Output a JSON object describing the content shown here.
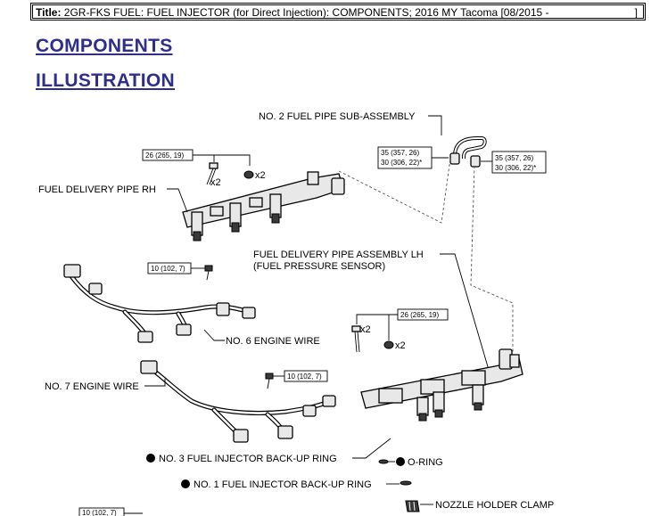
{
  "header": {
    "title_label": "Title:",
    "title_text": "2GR-FKS FUEL: FUEL INJECTOR (for Direct Injection): COMPONENTS; 2016 MY Tacoma [08/2015 -",
    "title_end": "]"
  },
  "sections": {
    "components": "COMPONENTS",
    "illustration": "ILLUSTRATION"
  },
  "diagram": {
    "labels": {
      "no2_fuel_pipe": "NO. 2 FUEL PIPE SUB-ASSEMBLY",
      "fuel_delivery_rh": "FUEL DELIVERY PIPE RH",
      "fuel_delivery_lh_1": "FUEL DELIVERY PIPE ASSEMBLY LH",
      "fuel_delivery_lh_2": "(FUEL PRESSURE SENSOR)",
      "no6_engine_wire": "NO. 6 ENGINE WIRE",
      "no7_engine_wire": "NO. 7 ENGINE WIRE",
      "no3_backup_ring": "NO. 3 FUEL INJECTOR BACK-UP RING",
      "o_ring": "O-RING",
      "no1_backup_ring": "NO. 1 FUEL INJECTOR BACK-UP RING",
      "nozzle_clamp": "NOZZLE HOLDER CLAMP"
    },
    "torques": {
      "rh_bolt": "26 (265, 19)",
      "pipe_left_1": "35 (357, 26)",
      "pipe_left_2": "30 (306, 22)*",
      "pipe_right_1": "35 (357, 26)",
      "pipe_right_2": "30 (306, 22)*",
      "wire6_bolt": "10 (102, 7)",
      "lh_bolt": "26 (265, 19)",
      "wire7_bolt": "10 (102, 7)",
      "bottom_bolt": "10 (102, 7)"
    },
    "quantities": {
      "rh_bolt_qty": "x2",
      "rh_washer_qty": "x2",
      "lh_bolt_qty": "x2",
      "lh_washer_qty": "x2"
    }
  }
}
